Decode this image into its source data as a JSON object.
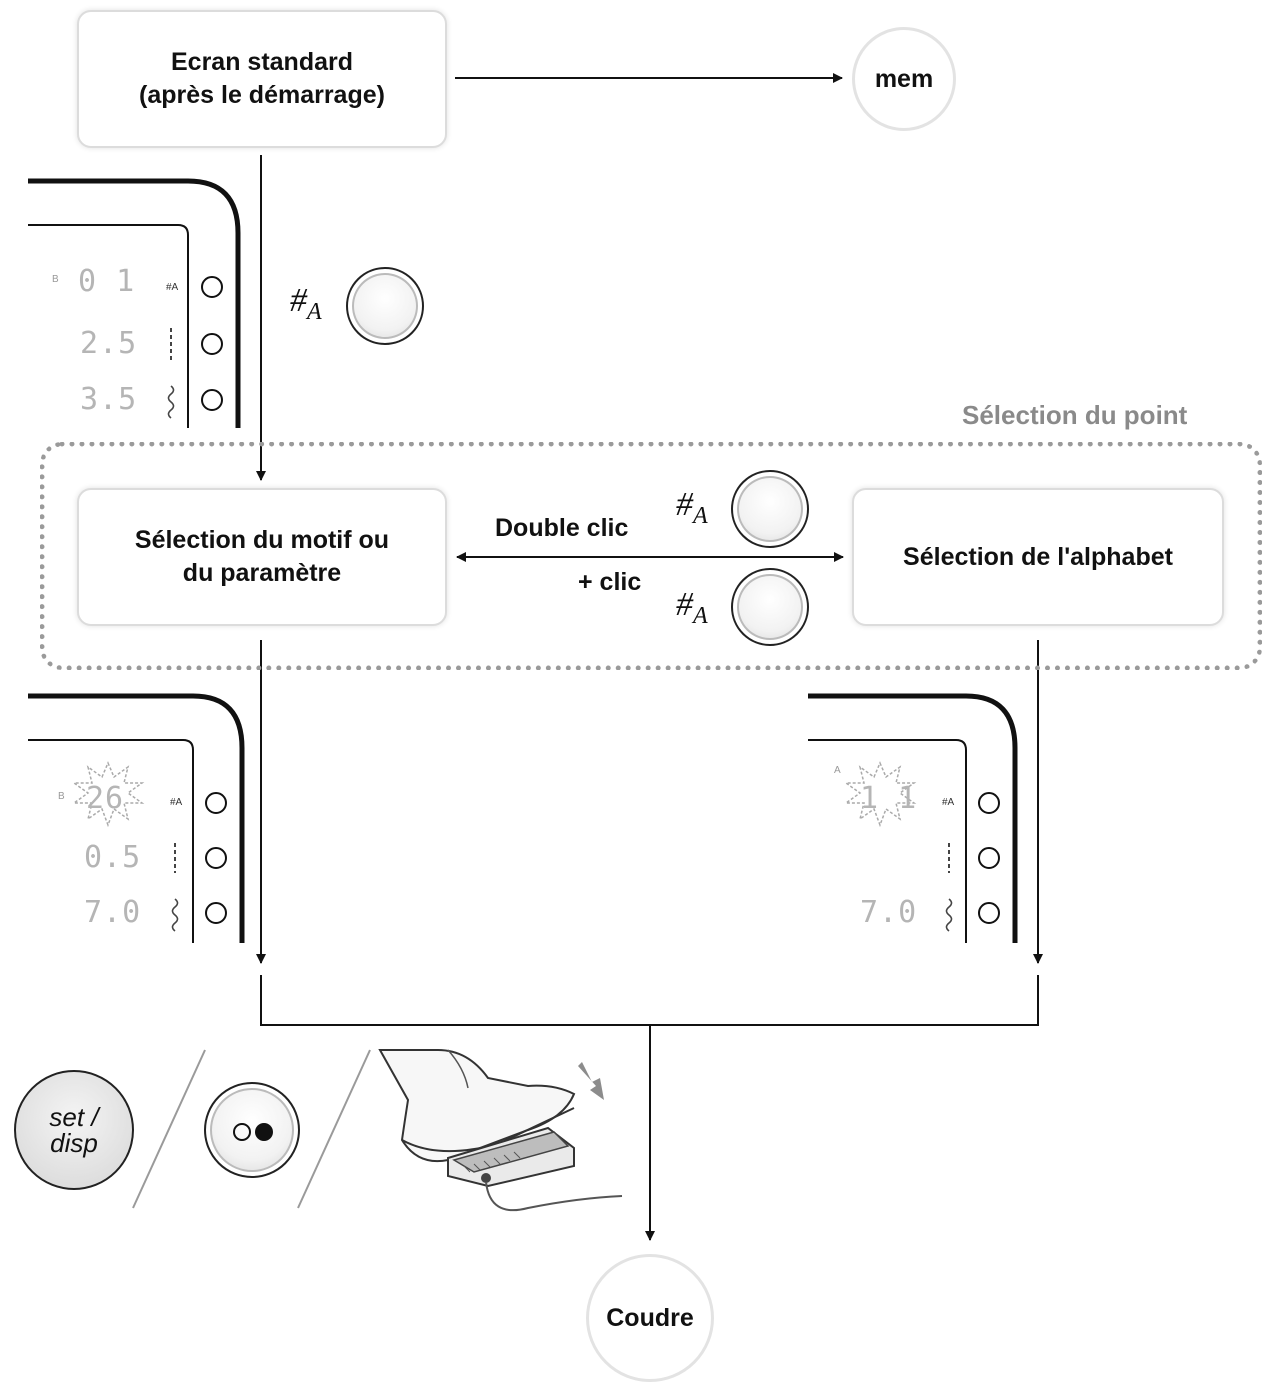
{
  "nodes": {
    "standard": {
      "line1": "Ecran standard",
      "line2": "(après le démarrage)"
    },
    "mem": "mem",
    "motif": {
      "line1": "Sélection du motif ou",
      "line2": "du paramètre"
    },
    "alphabet": "Sélection de l'alphabet",
    "sew": "Coudre"
  },
  "group_title": "Sélection du point",
  "edges": {
    "double_click": "Double clic",
    "plus_click": "+ clic"
  },
  "button_symbol": {
    "main": "#",
    "sub": "A"
  },
  "panels": {
    "standard": {
      "r1": "0 1",
      "r2": "2.5",
      "r3": "3.5",
      "prefix": "B"
    },
    "motif": {
      "r1": "26",
      "r2": "0.5",
      "r3": "7.0",
      "prefix": "B"
    },
    "alphabet": {
      "r1": "1 1",
      "r3": "7.0",
      "prefix": "A"
    }
  },
  "controls": {
    "set_disp": {
      "line1": "set /",
      "line2": "disp"
    }
  }
}
